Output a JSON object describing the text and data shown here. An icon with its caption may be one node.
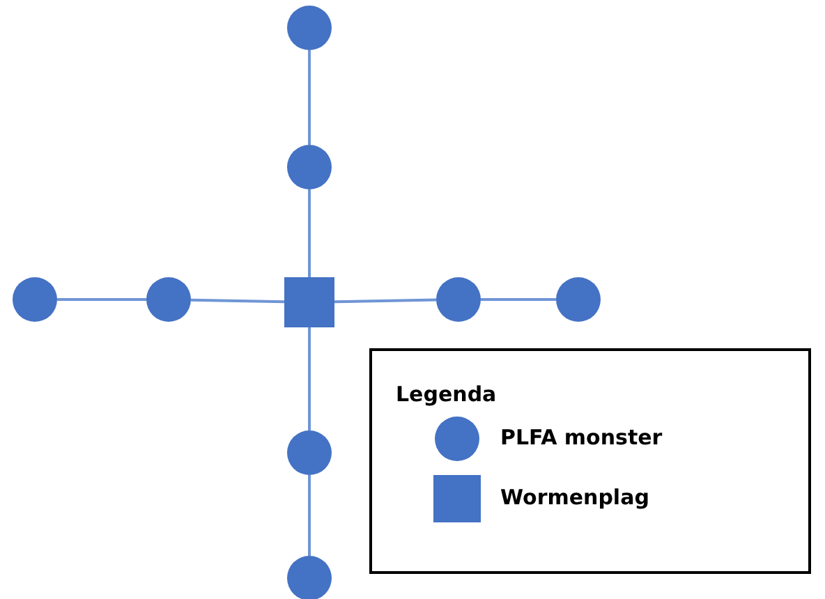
{
  "diagram": {
    "nodes": [
      {
        "text": [],
        "shape": "circle"
      },
      {
        "text": [],
        "shape": "circle"
      },
      {
        "text": [],
        "shape": "circle"
      },
      {
        "text": [],
        "shape": "circle"
      },
      {
        "text": [],
        "shape": "box"
      },
      {
        "text": [],
        "shape": "circle"
      },
      {
        "text": [],
        "shape": "circle"
      },
      {
        "text": [],
        "shape": "circle"
      },
      {
        "text": [],
        "shape": "circle"
      }
    ],
    "edges": [
      {
        "from": 0,
        "to": 1,
        "arrow": "none"
      },
      {
        "from": 1,
        "to": 4,
        "arrow": "none"
      },
      {
        "from": 2,
        "to": 3,
        "arrow": "none"
      },
      {
        "from": 3,
        "to": 4,
        "arrow": "none"
      },
      {
        "from": 4,
        "to": 5,
        "arrow": "none"
      },
      {
        "from": 5,
        "to": 6,
        "arrow": "none"
      },
      {
        "from": 4,
        "to": 7,
        "arrow": "none"
      },
      {
        "from": 7,
        "to": 8,
        "arrow": "none"
      }
    ],
    "labels": [
      "Legenda"
    ],
    "legend": [
      {
        "text": "PLFA monster"
      },
      {
        "text": "Wormenplag"
      }
    ]
  }
}
